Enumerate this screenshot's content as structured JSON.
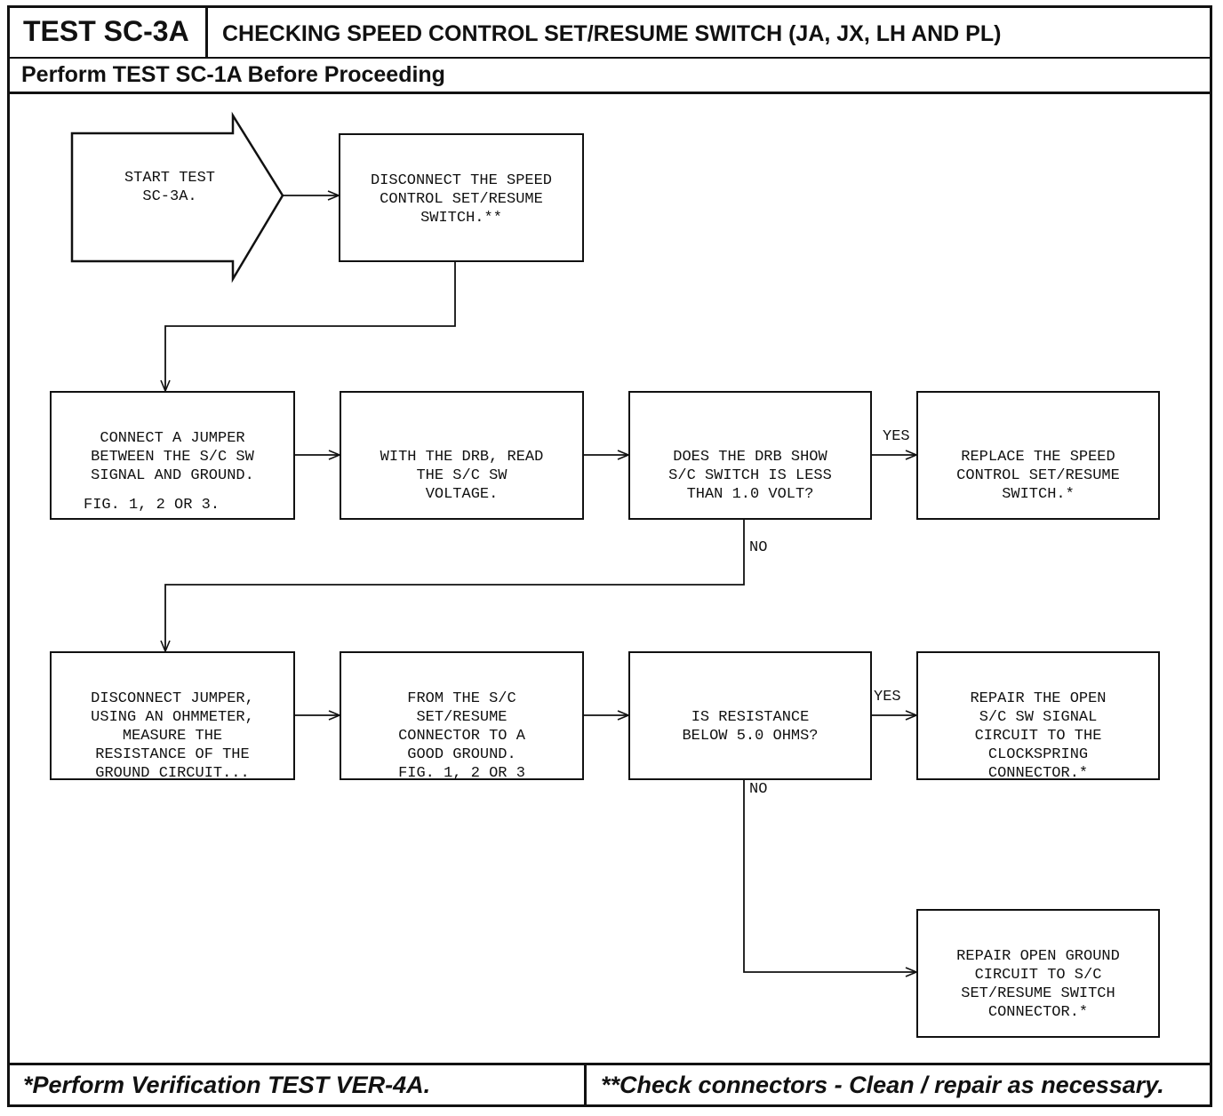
{
  "header": {
    "test_id": "TEST SC-3A",
    "title": "CHECKING SPEED CONTROL SET/RESUME SWITCH (JA, JX, LH AND PL)",
    "prerequisite": "Perform TEST SC-1A Before Proceeding"
  },
  "nodes": {
    "start": "START TEST\nSC-3A.",
    "disconnect_switch": "DISCONNECT THE SPEED\nCONTROL SET/RESUME\nSWITCH.**",
    "connect_jumper": "CONNECT A JUMPER\nBETWEEN THE S/C SW\nSIGNAL AND GROUND.",
    "connect_jumper_fig": "FIG. 1, 2 OR 3.",
    "read_voltage": "WITH THE DRB, READ\nTHE S/C SW\nVOLTAGE.",
    "voltage_question": "DOES THE DRB SHOW\nS/C SWITCH IS LESS\nTHAN 1.0 VOLT?",
    "replace_switch": "REPLACE THE SPEED\nCONTROL SET/RESUME\nSWITCH.*",
    "measure_resistance": "DISCONNECT JUMPER,\nUSING AN OHMMETER,\nMEASURE THE\nRESISTANCE OF THE\nGROUND CIRCUIT...",
    "from_connector": "FROM THE S/C\nSET/RESUME\nCONNECTOR TO A\nGOOD GROUND.\nFIG. 1, 2 OR 3",
    "resistance_question": "IS RESISTANCE\nBELOW 5.0 OHMS?",
    "repair_signal": "REPAIR THE OPEN\nS/C SW SIGNAL\nCIRCUIT TO THE\nCLOCKSPRING\nCONNECTOR.*",
    "repair_ground": "REPAIR OPEN GROUND\nCIRCUIT TO S/C\nSET/RESUME SWITCH\nCONNECTOR.*"
  },
  "labels": {
    "yes1": "YES",
    "no1": "NO",
    "yes2": "YES",
    "no2": "NO"
  },
  "footer": {
    "note_left": "*Perform Verification TEST VER-4A.",
    "note_right": "**Check connectors - Clean / repair as necessary."
  }
}
